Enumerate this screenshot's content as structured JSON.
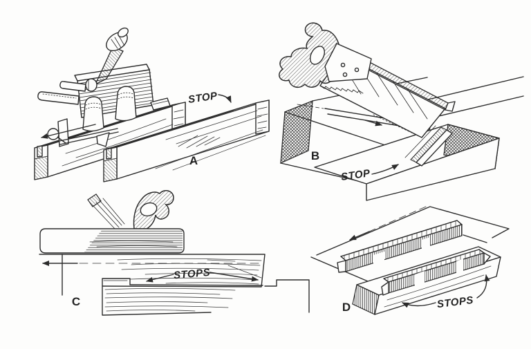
{
  "figure": {
    "ink_color": "#2b2b2b",
    "paper_color": "#fdfdfc",
    "panels": {
      "a": {
        "letter": "A",
        "annotation": "STOP"
      },
      "b": {
        "letter": "B",
        "annotation": "STOP"
      },
      "c": {
        "letter": "C",
        "annotation": "STOPS"
      },
      "d": {
        "letter": "D",
        "annotation": "STOPS"
      }
    }
  }
}
